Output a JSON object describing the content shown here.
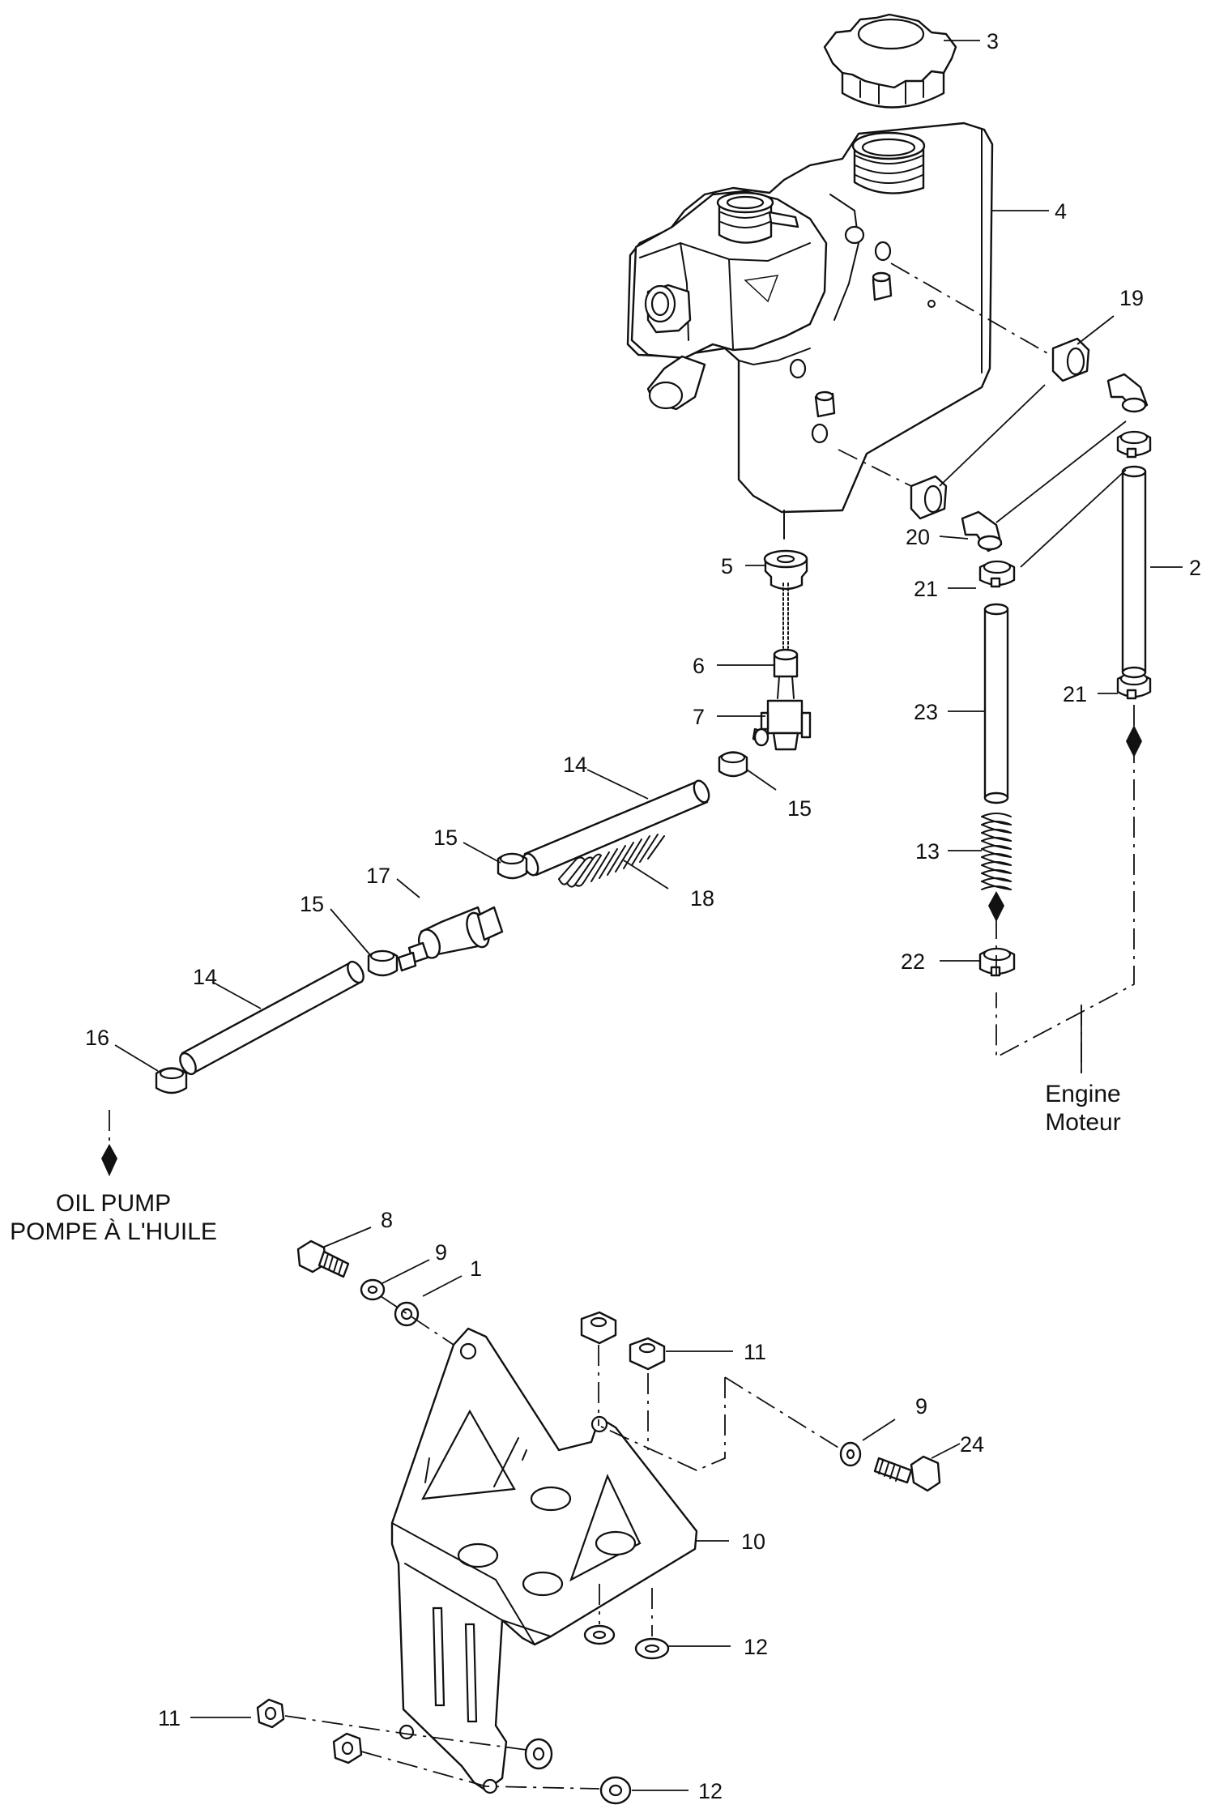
{
  "callouts": [
    {
      "id": "c3",
      "label": "3"
    },
    {
      "id": "c4",
      "label": "4"
    },
    {
      "id": "c19",
      "label": "19"
    },
    {
      "id": "c2",
      "label": "2"
    },
    {
      "id": "c5",
      "label": "5"
    },
    {
      "id": "c20",
      "label": "20"
    },
    {
      "id": "c21a",
      "label": "21"
    },
    {
      "id": "c21b",
      "label": "21"
    },
    {
      "id": "c6",
      "label": "6"
    },
    {
      "id": "c7",
      "label": "7"
    },
    {
      "id": "c23",
      "label": "23"
    },
    {
      "id": "c14a",
      "label": "14"
    },
    {
      "id": "c15a",
      "label": "15"
    },
    {
      "id": "c15b",
      "label": "15"
    },
    {
      "id": "c17",
      "label": "17"
    },
    {
      "id": "c18",
      "label": "18"
    },
    {
      "id": "c13",
      "label": "13"
    },
    {
      "id": "c15c",
      "label": "15"
    },
    {
      "id": "c14b",
      "label": "14"
    },
    {
      "id": "c22",
      "label": "22"
    },
    {
      "id": "c16",
      "label": "16"
    },
    {
      "id": "c8",
      "label": "8"
    },
    {
      "id": "c9a",
      "label": "9"
    },
    {
      "id": "c1",
      "label": "1"
    },
    {
      "id": "c11a",
      "label": "11"
    },
    {
      "id": "c9b",
      "label": "9"
    },
    {
      "id": "c24",
      "label": "24"
    },
    {
      "id": "c10",
      "label": "10"
    },
    {
      "id": "c12a",
      "label": "12"
    },
    {
      "id": "c11b",
      "label": "11"
    },
    {
      "id": "c12b",
      "label": "12"
    }
  ],
  "notes": {
    "engine_en": "Engine",
    "engine_fr": "Moteur",
    "oil_pump_en": "OIL PUMP",
    "oil_pump_fr": "POMPE À L'HUILE"
  }
}
